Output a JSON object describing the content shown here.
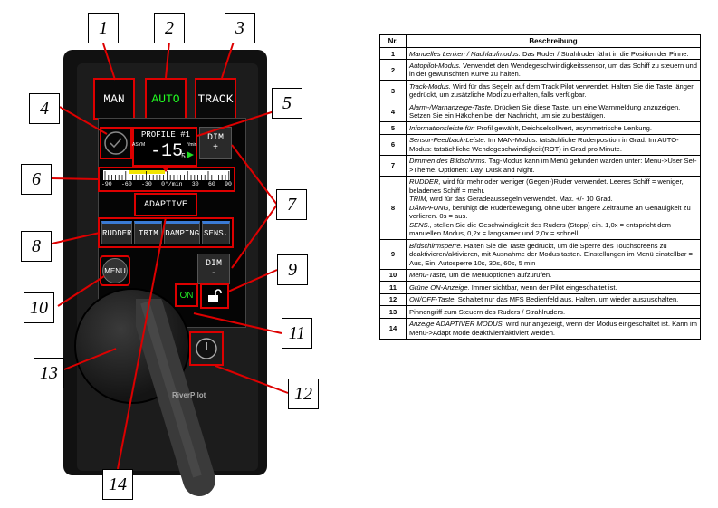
{
  "device": {
    "mode_buttons": [
      "MAN",
      "AUTO",
      "TRACK"
    ],
    "profile": "PROFILE #1",
    "asym": "ASYM",
    "value": "-15",
    "value_decimal": ".5",
    "unit": "°/min",
    "dim_plus": [
      "DIM",
      "+"
    ],
    "dim_minus": [
      "DIM",
      "-"
    ],
    "scale_labels": [
      "-90",
      "-60",
      "-30",
      "0°/min",
      "30",
      "60",
      "90"
    ],
    "adaptive": "ADAPTIVE",
    "tabs": [
      "RUDDER",
      "TRIM",
      "DAMPING",
      "SENS."
    ],
    "menu": "MENU",
    "on": "ON",
    "brand": "RiverPilot"
  },
  "callouts": [
    "1",
    "2",
    "3",
    "4",
    "5",
    "6",
    "7",
    "8",
    "9",
    "10",
    "11",
    "12",
    "13",
    "14"
  ],
  "table": {
    "header": [
      "Nr.",
      "Beschreibung"
    ],
    "rows": [
      {
        "nr": "1",
        "title": "Manuelles Lenken / Nachlaufmodus.",
        "text": " Das Ruder / Strahlruder fährt in die Position der Pinne."
      },
      {
        "nr": "2",
        "title": "Autopilot-Modus.",
        "text": " Verwendet den Wendegeschwindigkeitssensor, um das Schiff zu steuern und in der gewünschten Kurve zu halten."
      },
      {
        "nr": "3",
        "title": "Track-Modus.",
        "text": " Wird für das Segeln auf dem Track Pilot verwendet. Halten Sie die Taste länger gedrückt, um zusätzliche Modi zu erhalten, falls verfügbar."
      },
      {
        "nr": "4",
        "title": "Alarm-/Warnanzeige-Taste.",
        "text": " Drücken Sie diese Taste, um eine Warnmeldung anzuzeigen. Setzen Sie ein Häkchen bei der Nachricht, um sie zu bestätigen."
      },
      {
        "nr": "5",
        "title": "Informationsleiste für:",
        "text": " Profil gewählt, Deichselsollwert, asymmetrische Lenkung."
      },
      {
        "nr": "6",
        "title": "Sensor-Feedback-Leiste.",
        "text": " Im MAN-Modus: tatsächliche Ruderposition in Grad. Im AUTO-Modus: tatsächliche Wendegeschwindigkeit(ROT) in Grad pro Minute."
      },
      {
        "nr": "7",
        "title": "Dimmen des Bildschirms.",
        "text": " Tag-Modus kann im Menü gefunden warden unter: Menu->User Set->Theme. Optionen: Day, Dusk and Night."
      },
      {
        "nr": "8",
        "title": "RUDDER,",
        "text": " wird für mehr oder weniger (Gegen-)Ruder verwendet. Leeres Schiff = weniger, beladenes Schiff = mehr.",
        "extra": [
          {
            "title": "TRIM,",
            "text": " wird für das Geradeaussegeln verwendet. Max. +/- 10 Grad."
          },
          {
            "title": "DÄMPFUNG,",
            "text": " beruhigt die Ruderbewegung, ohne über längere Zeiträume an Genauigkeit zu verlieren. 0s = aus."
          },
          {
            "title": "SENS.,",
            "text": " stellen Sie die Geschwindigkeit des Ruders (Stopp) ein. 1,0x = entspricht dem manuellen Modus, 0,2x = langsamer und 2,0x = schnell."
          }
        ]
      },
      {
        "nr": "9",
        "title": "Bildschirmsperre.",
        "text": " Halten Sie die Taste gedrückt, um die Sperre des Touchscreens zu deaktivieren/aktivieren, mit Ausnahme der Modus tasten. Einstellungen im Menü einstellbar = Aus, Ein, Autosperre 10s, 30s, 60s, 5 min"
      },
      {
        "nr": "10",
        "title": "Menü-Taste,",
        "text": " um die Menüoptionen aufzurufen."
      },
      {
        "nr": "11",
        "title": "Grüne ON-Anzeige.",
        "text": " Immer sichtbar, wenn der Pilot eingeschaltet ist."
      },
      {
        "nr": "12",
        "title": "ON/OFF-Taste.",
        "text": " Schaltet nur das MFS Bedienfeld aus. Halten, um wieder auszuschalten."
      },
      {
        "nr": "13",
        "title": "",
        "text": "Pinnengriff zum Steuern des Ruders / Strahlruders."
      },
      {
        "nr": "14",
        "title": "Anzeige ADAPTIVER MODUS,",
        "text": " wird nur angezeigt, wenn der Modus eingeschaltet ist. Kann im Menü->Adapt Mode deaktiviert/aktiviert werden."
      }
    ]
  },
  "colors": {
    "callout_red": "#dd0000",
    "on_green": "#22dd22",
    "gauge_yellow": "#f2e400"
  }
}
